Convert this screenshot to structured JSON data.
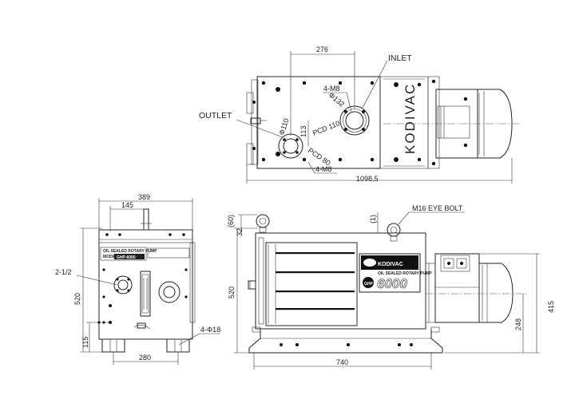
{
  "brand": "KODIVAC",
  "model_number": "6000",
  "top_view": {
    "dim_top": "276",
    "dim_overall": "1098.5",
    "label_inlet": "INLET",
    "label_outlet": "OUTLET",
    "label_4m8_inlet": "4-M8",
    "label_4m8_outlet": "4-M8",
    "label_phi132": "Φ132",
    "label_pcd110": "PCD 110",
    "label_phi110": "Φ110",
    "label_pcd80": "PCD 80",
    "label_113": "113"
  },
  "side_view": {
    "dim_389": "389",
    "dim_145": "145",
    "dim_520": "520",
    "dim_115": "115",
    "dim_280": "280",
    "label_2_1_2": "2-1/2",
    "label_4phi18": "4-Φ18",
    "plate_line1": "OIL SEALED ROTARY PUMP",
    "plate_line2": "GHP-6000",
    "plate_model": "MODEL"
  },
  "front_view": {
    "dim_60": "(60)",
    "dim_32": "32",
    "dim_1": "(1)",
    "dim_520": "520",
    "dim_740": "740",
    "dim_415": "415",
    "dim_248": "248",
    "label_eyebolt": "M16 EYE BOLT",
    "plate_line": "OIL SEALED ROTARY PUMP",
    "plate_ghp": "GHP"
  }
}
